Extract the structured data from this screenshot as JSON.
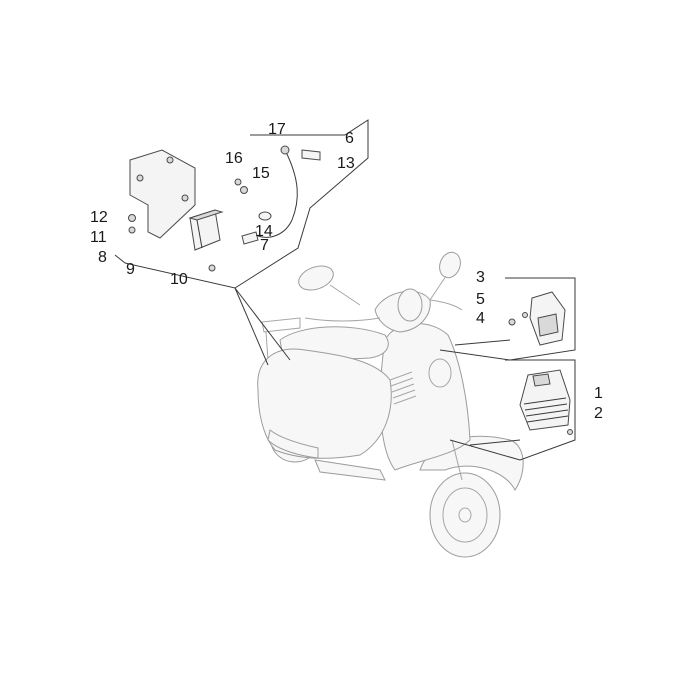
{
  "labels": {
    "l1": "1",
    "l2": "2",
    "l3": "3",
    "l4": "4",
    "l5": "5",
    "l6": "6",
    "l7": "7",
    "l8": "8",
    "l9": "9",
    "l10": "10",
    "l11": "11",
    "l12": "12",
    "l13": "13",
    "l14": "14",
    "l15": "15",
    "l16": "16",
    "l17": "17"
  },
  "colors": {
    "line": "#3a3a3a",
    "ghost": "#9c9c9c",
    "background": "#ffffff"
  }
}
